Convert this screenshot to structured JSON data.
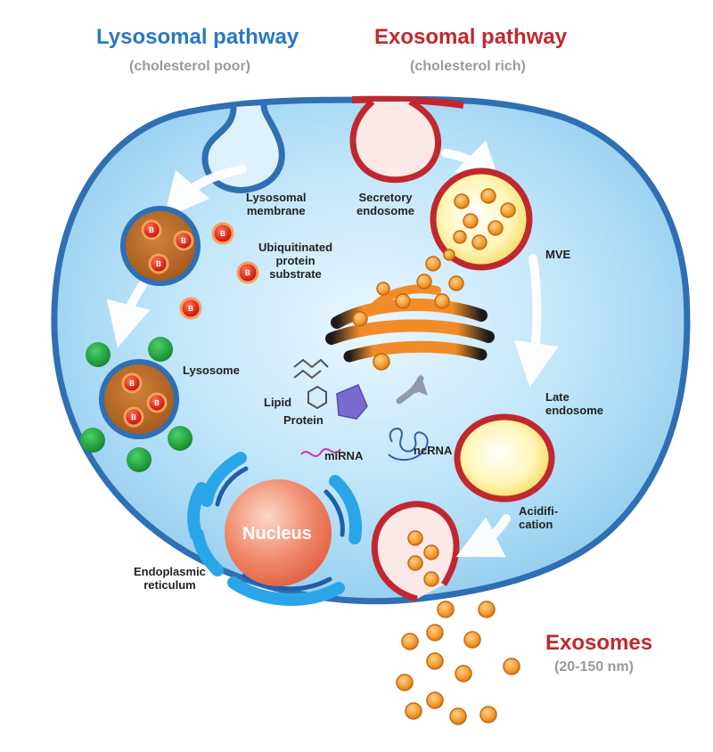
{
  "headers": {
    "lysosomal_title": "Lysosomal pathway",
    "lysosomal_sub": "(cholesterol poor)",
    "exosomal_title": "Exosomal pathway",
    "exosomal_sub": "(cholesterol rich)"
  },
  "labels": {
    "lysosomal_membrane_1": "Lysosomal",
    "lysosomal_membrane_2": "membrane",
    "ubiquitinated_1": "Ubiquitinated",
    "ubiquitinated_2": "protein",
    "ubiquitinated_3": "substrate",
    "lysosome": "Lysosome",
    "secretory_1": "Secretory",
    "secretory_2": "endosome",
    "mve": "MVE",
    "late_endosome_1": "Late",
    "late_endosome_2": "endosome",
    "acidification_1": "Acidifi-",
    "acidification_2": "cation",
    "lipid": "Lipid",
    "protein": "Protein",
    "mirna": "miRNA",
    "ncrna": "ncRNA",
    "nucleus": "Nucleus",
    "er_1": "Endoplasmic",
    "er_2": "reticulum",
    "exosomes_title": "Exosomes",
    "exosomes_size": "(20-150 nm)",
    "substrate_mark": "B"
  },
  "colors": {
    "lysosomal_blue": "#2a78c2",
    "exosomal_red": "#c0282f",
    "cytoplasm": "#a8d8f5",
    "membrane_blue": "#2f6fb4",
    "vesicle_orange": "#f29a2e",
    "substrate_red": "#d8261c",
    "lysosome_green": "#1e9a3a"
  }
}
